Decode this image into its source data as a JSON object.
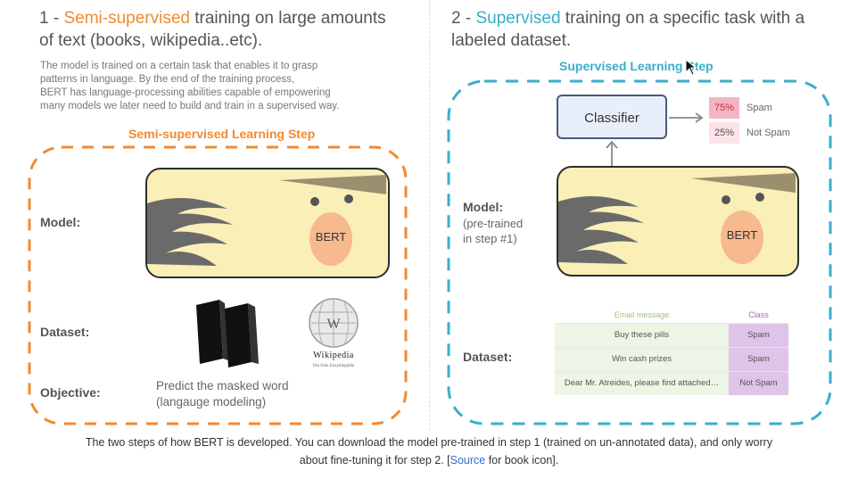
{
  "left": {
    "heading_num": "1 - ",
    "heading_highlight": "Semi-supervised",
    "heading_rest_1": " training on large amounts",
    "heading_rest_2": "of text (books, wikipedia..etc).",
    "description": [
      "The model is trained on a certain task that enables it to grasp",
      "patterns in language. By the end of the training process,",
      "BERT has language-processing abilities capable of empowering",
      "many models we later need to build and train in a supervised way."
    ],
    "step_title": "Semi-supervised Learning Step",
    "model_label": "Model:",
    "model_name": "BERT",
    "dataset_label": "Dataset:",
    "wikipedia_wordmark": "Wikipedia",
    "wikipedia_tagline": "Die freie Enzyklopädie",
    "objective_label": "Objective:",
    "objective_text_1": "Predict the masked word",
    "objective_text_2": "(langauge modeling)"
  },
  "right": {
    "heading_num": "2 - ",
    "heading_highlight": "Supervised",
    "heading_rest_1": " training on a specific task with a",
    "heading_rest_2": "labeled dataset.",
    "step_title": "Supervised Learning Step",
    "classifier_label": "Classifier",
    "outputs": [
      {
        "pct": "75%",
        "label": "Spam"
      },
      {
        "pct": "25%",
        "label": "Not Spam"
      }
    ],
    "model_label": "Model:",
    "model_sub_1": "(pre-trained",
    "model_sub_2": "in step #1)",
    "model_name": "BERT",
    "dataset_label": "Dataset:",
    "table": {
      "headers": [
        "Email message",
        "Class"
      ],
      "rows": [
        [
          "Buy these pills",
          "Spam"
        ],
        [
          "Win cash prizes",
          "Spam"
        ],
        [
          "Dear Mr. Atreides, please find attached…",
          "Not Spam"
        ]
      ]
    }
  },
  "caption": {
    "line1": "The two steps of how BERT is developed. You can download the model pre-trained in step 1 (trained on un-annotated data), and only worry",
    "line2_pre": "about fine-tuning it for step 2. [",
    "line2_link": "Source",
    "line2_post": " for book icon]."
  },
  "colors": {
    "semi_accent": "#f08a33",
    "sup_accent": "#3aaecb",
    "bert_bg": "#fbefb8",
    "bert_nose": "#f7b98e",
    "spam_high": "#f4b5c2",
    "spam_low": "#fbe3e8"
  }
}
